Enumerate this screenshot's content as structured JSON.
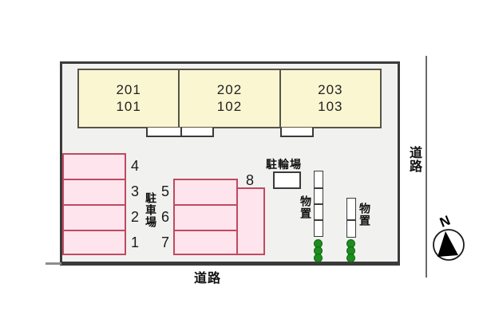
{
  "building": {
    "units": [
      {
        "upper": "201",
        "lower": "101"
      },
      {
        "upper": "202",
        "lower": "102"
      },
      {
        "upper": "203",
        "lower": "103"
      }
    ]
  },
  "parking": {
    "area_label": "駐車場",
    "left_spaces": [
      "4",
      "3",
      "2",
      "1"
    ],
    "center_spaces": [
      "5",
      "6",
      "7"
    ],
    "side_space": "8"
  },
  "bicycle": {
    "label": "駐輪場"
  },
  "storage": {
    "tall_label": "物置",
    "short_label": "物置"
  },
  "roads": {
    "right": "道路",
    "bottom": "道路"
  },
  "compass": {
    "north": "N"
  },
  "colors": {
    "site_fill": "#f1f1f0",
    "site_border": "#3b3b3b",
    "building_fill": "#fbf6d2",
    "building_border": "#56544a",
    "parking_fill": "#fde4ed",
    "parking_border": "#bf4a5f",
    "greenery": "#1f8c1f",
    "road_line": "#6a6a6a"
  }
}
